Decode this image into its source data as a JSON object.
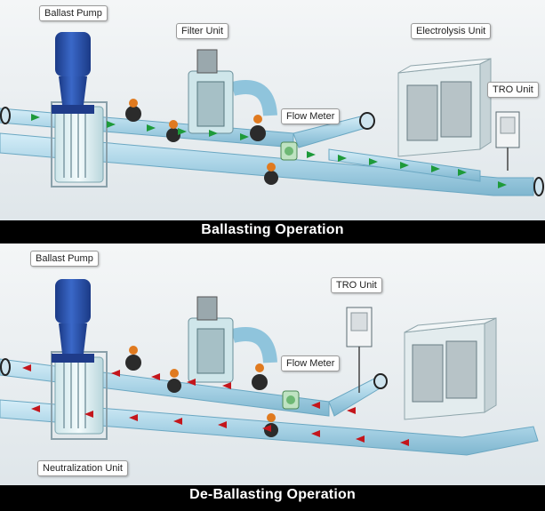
{
  "diagrams": [
    {
      "id": "ballasting",
      "caption": "Ballasting Operation",
      "labels": {
        "ballast_pump": "Ballast Pump",
        "filter_unit": "Filter Unit",
        "electrolysis_unit": "Electrolysis Unit",
        "tro_unit": "TRO Unit",
        "flow_meter": "Flow Meter"
      },
      "flow_arrow_color": "#1e9a3a"
    },
    {
      "id": "de-ballasting",
      "caption": "De-Ballasting Operation",
      "labels": {
        "ballast_pump": "Ballast Pump",
        "tro_unit": "TRO Unit",
        "flow_meter": "Flow Meter",
        "neutralization_unit": "Neutralization Unit"
      },
      "flow_arrow_color": "#c4161c"
    }
  ],
  "colors": {
    "pipe": "#a9d3e6",
    "pipe_edge": "#6aa7c2",
    "pump_body": "#2a4fa8",
    "valve": "#2b2b2b",
    "valve_handle": "#e07a1f",
    "background": "#e9eef1"
  }
}
